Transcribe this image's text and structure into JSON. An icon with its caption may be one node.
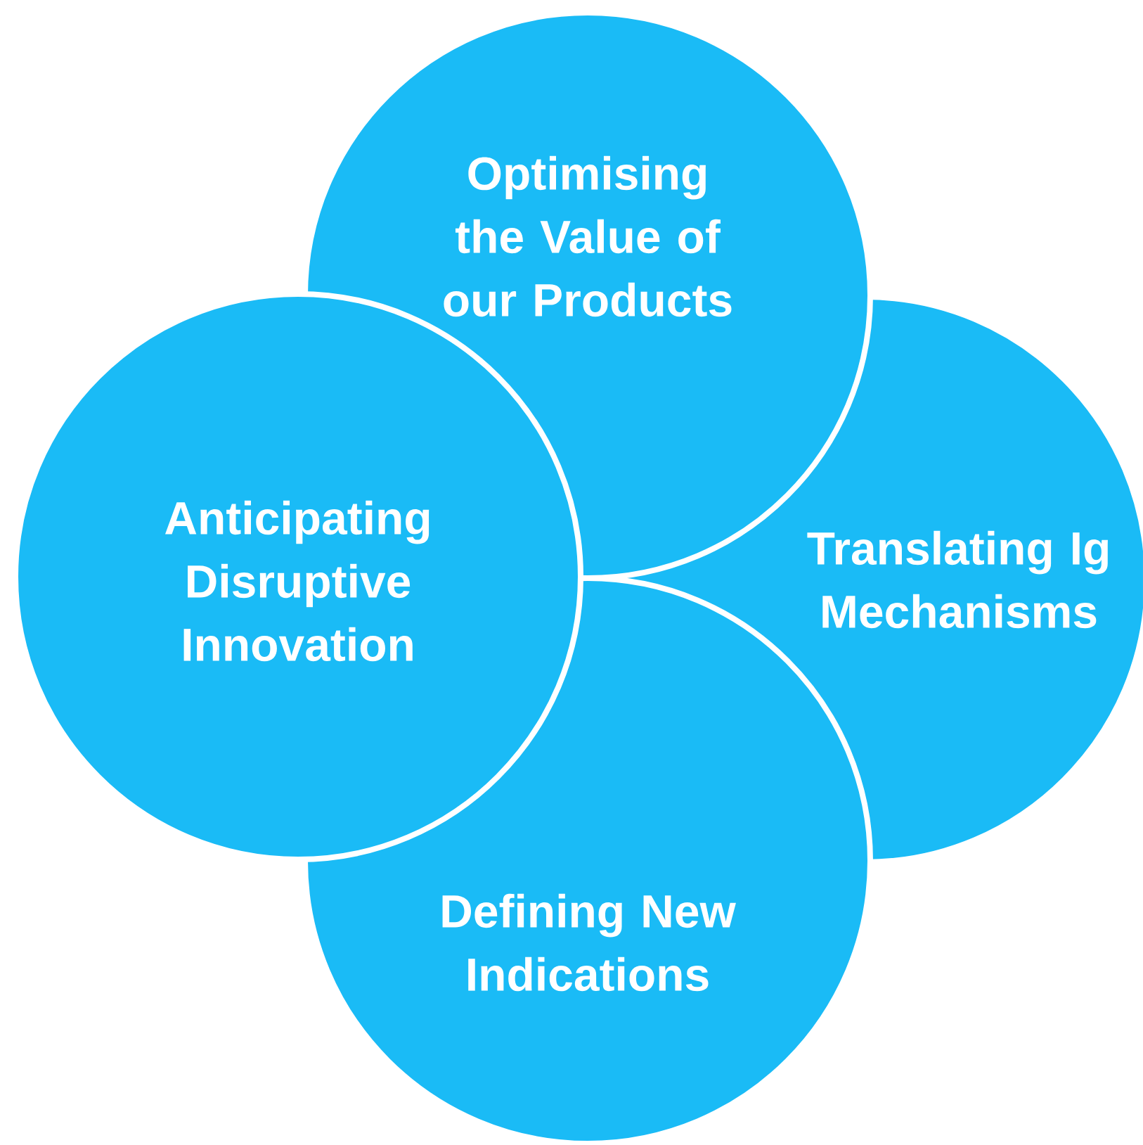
{
  "diagram": {
    "nodes": [
      {
        "text": [
          "Optimising the Value of our Products"
        ]
      },
      {
        "text": [
          "Anticipating Disruptive Innovation"
        ]
      },
      {
        "text": [
          "Translating Ig Mechanisms"
        ]
      },
      {
        "text": [
          "Defining New Indications"
        ]
      }
    ]
  }
}
